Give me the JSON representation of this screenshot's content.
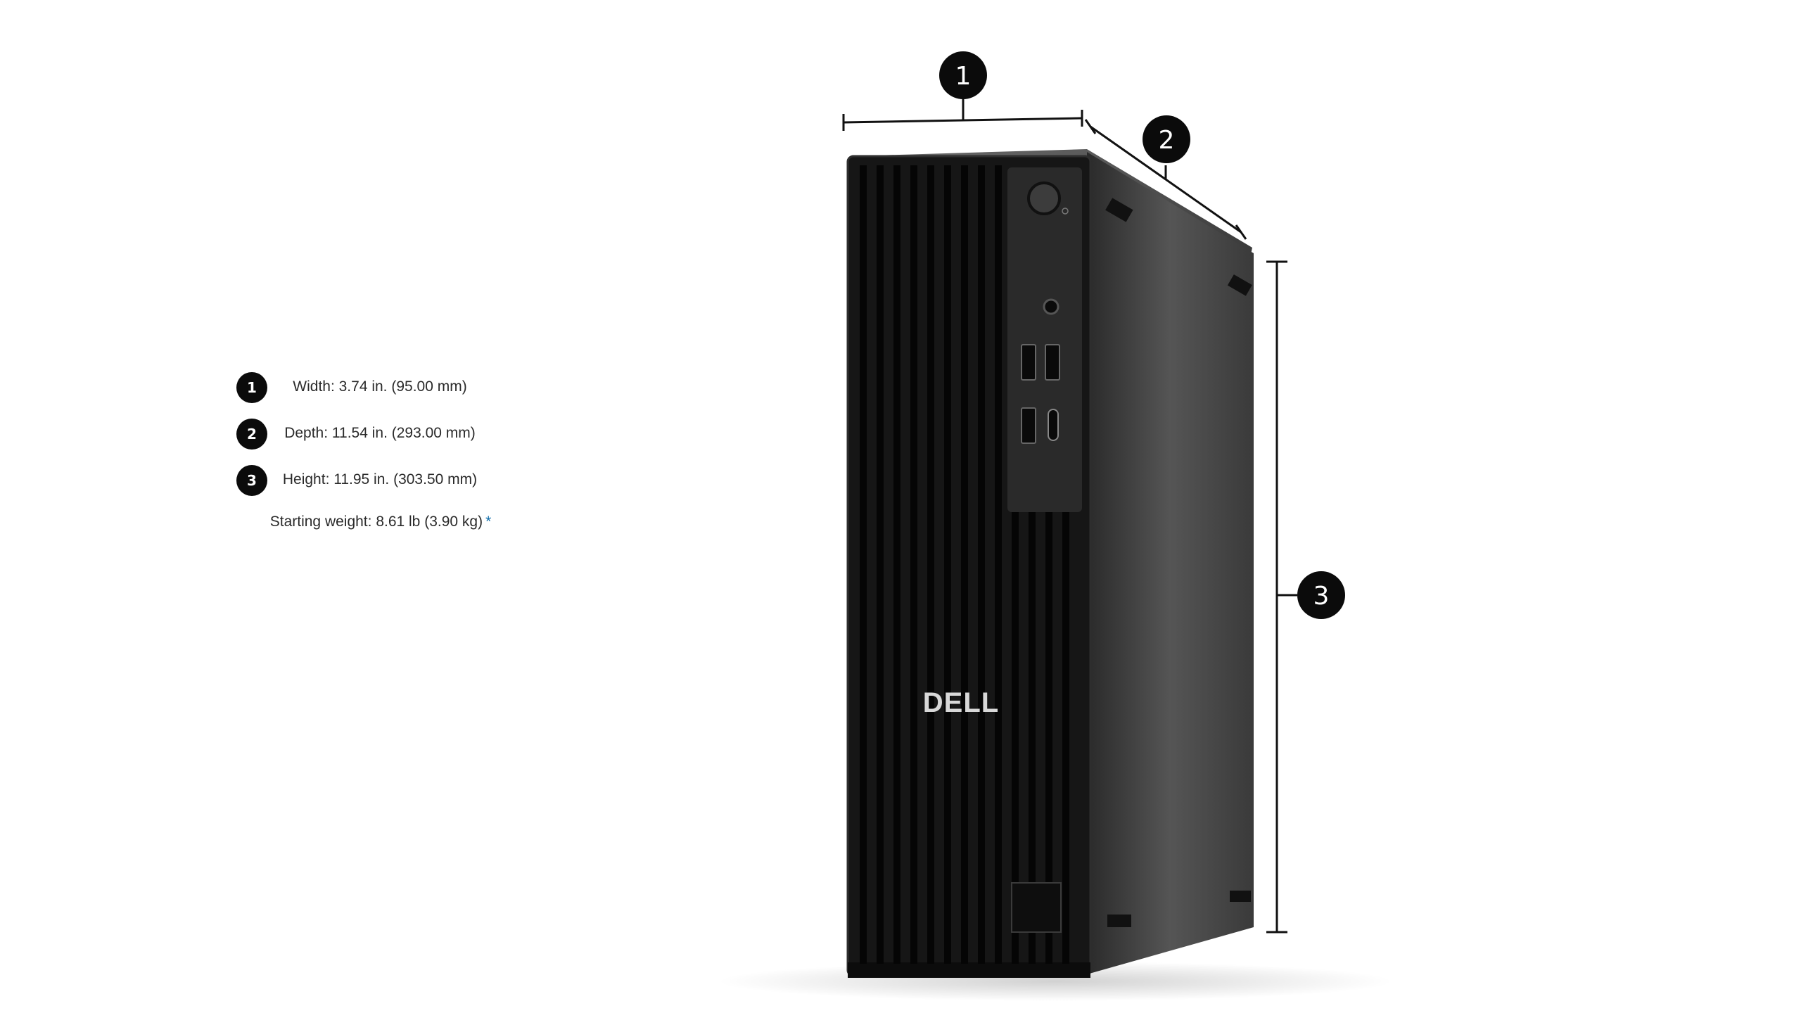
{
  "specs": [
    {
      "badge": "1",
      "label": "Width: 3.74 in. (95.00 mm)"
    },
    {
      "badge": "2",
      "label": "Depth: 11.54 in. (293.00 mm)"
    },
    {
      "badge": "3",
      "label": "Height: 11.95 in. (303.50 mm)"
    }
  ],
  "weight": {
    "label": "Starting weight: 8.61 lb (3.90 kg)",
    "footnote": "*"
  },
  "callouts": {
    "width": "1",
    "depth": "2",
    "height": "3"
  },
  "product": {
    "brand": "DELL",
    "icon": "desktop-tower"
  },
  "colors": {
    "badge": "#0b0b0b",
    "footnote": "#0b6aa8",
    "chassis": "#1c1c1c",
    "side_panel": "#4a4a4a"
  }
}
